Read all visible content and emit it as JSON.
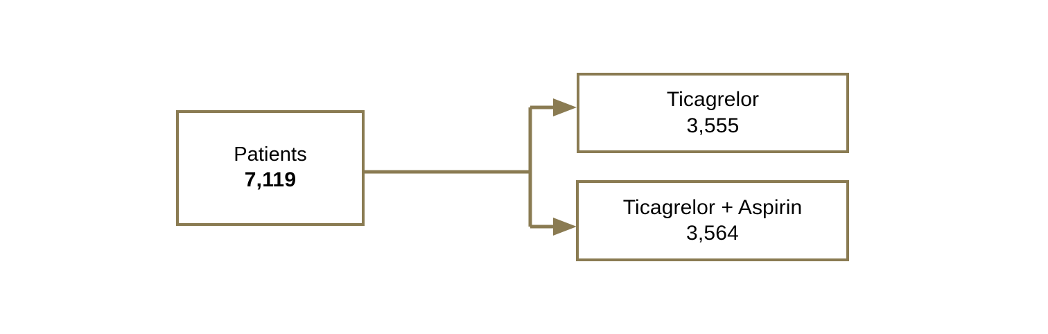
{
  "diagram": {
    "type": "flowchart",
    "orientation": "left-to-right",
    "background_color": "#FFFFFF",
    "stroke_color": "#8A7B52",
    "text_color": "#000000",
    "nodes": {
      "source": {
        "name": "Patients",
        "label": "Patients",
        "value": "7,119"
      },
      "arm_ticagrelor": {
        "name": "Ticagrelor arm",
        "label": "Ticagrelor",
        "value": "3,555"
      },
      "arm_ticagrelor_aspirin": {
        "name": "Ticagrelor plus Aspirin arm",
        "label": "Ticagrelor + Aspirin",
        "value": "3,564"
      }
    },
    "edges": [
      {
        "id": "edge-source-to-ticagrelor",
        "from": "source",
        "to": "arm_ticagrelor",
        "arrowhead": "solid-triangle"
      },
      {
        "id": "edge-source-to-ticagrelor-aspirin",
        "from": "source",
        "to": "arm_ticagrelor_aspirin",
        "arrowhead": "solid-triangle"
      }
    ]
  }
}
